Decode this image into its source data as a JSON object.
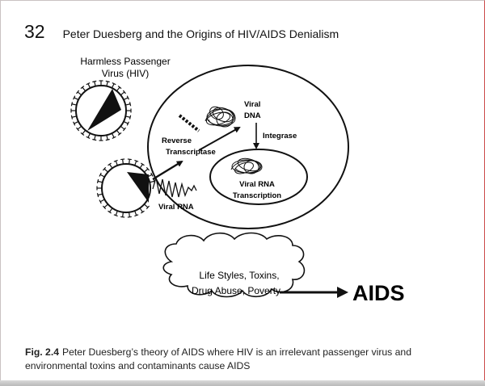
{
  "header": {
    "page_number": "32",
    "running_title": "Peter Duesberg and the Origins of HIV/AIDS Denialism"
  },
  "figure": {
    "passenger_label_line1": "Harmless Passenger",
    "passenger_label_line2": "Virus (HIV)",
    "viral_dna_line1": "Viral",
    "viral_dna_line2": "DNA",
    "integrase": "Integrase",
    "reverse_transcriptase_line1": "Reverse",
    "reverse_transcriptase_line2": "Transcriptase",
    "viral_rna": "Viral RNA",
    "transcription_line1": "Viral RNA",
    "transcription_line2": "Transcription",
    "cloud_line1": "Life Styles, Toxins,",
    "cloud_line2": "Drug Abuse, Poverty",
    "outcome": "AIDS"
  },
  "caption": {
    "label": "Fig. 2.4",
    "text": "Peter Duesberg’s theory of AIDS where HIV is an irrelevant passenger virus and environmental toxins and contaminants cause AIDS"
  }
}
